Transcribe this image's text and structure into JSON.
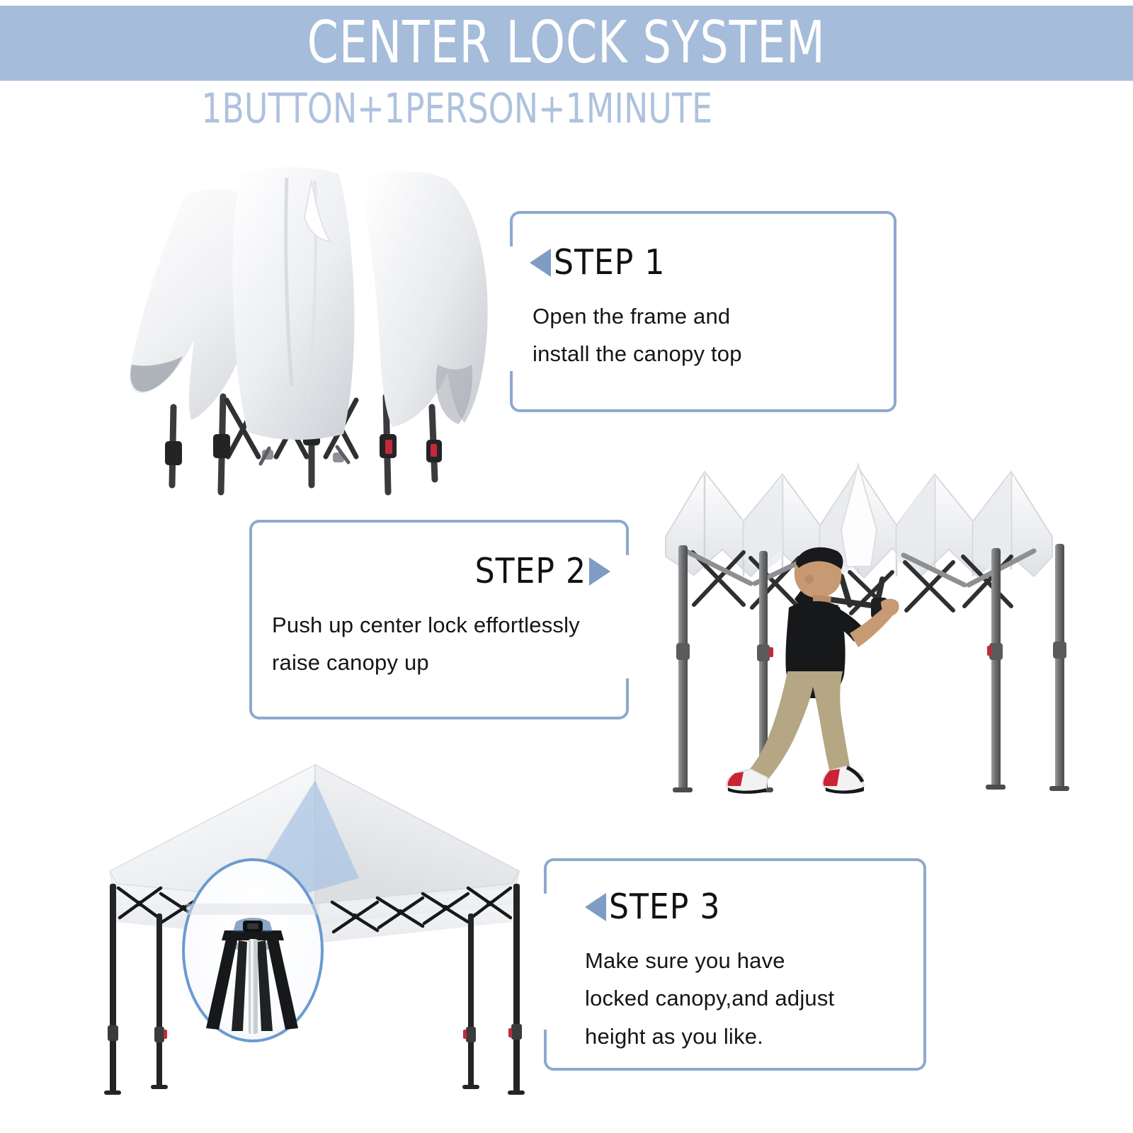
{
  "header": {
    "title": "CENTER LOCK SYSTEM",
    "subtitle": "1BUTTON+1PERSON+1MINUTE",
    "band_color": "#a5bcda",
    "title_color": "#ffffff",
    "subtitle_color": "#aec2de"
  },
  "theme": {
    "border_color": "#8ea9ce",
    "arrow_color": "#7e9cc4",
    "accent_light": "#bcd0e8",
    "frame_dark": "#2f3032",
    "frame_gray": "#6e6f70",
    "canopy_white": "#ffffff",
    "canopy_shade": "#e3e5e8",
    "shirt_black": "#17181a",
    "pants_khaki": "#b5a684",
    "shoe_red": "#cc2235",
    "skin": "#c79a74"
  },
  "steps": [
    {
      "id": "step-1",
      "label": "STEP 1",
      "arrow": "triangle-left-icon",
      "arrow_dir": "left",
      "gap_side": "left",
      "text": "Open the frame and\ninstall the canopy top"
    },
    {
      "id": "step-2",
      "label": "STEP 2",
      "arrow": "triangle-right-icon",
      "arrow_dir": "right",
      "gap_side": "right",
      "text": "Push up center lock effortlessly\nraise canopy up"
    },
    {
      "id": "step-3",
      "label": "STEP 3",
      "arrow": "triangle-left-icon",
      "arrow_dir": "left",
      "gap_side": "left",
      "text": "Make sure you have\n locked canopy,and adjust\nheight as you like."
    }
  ],
  "photos": [
    {
      "id": "photo-folded-canopy",
      "name": "folded-canopy-photo",
      "alt": "White canopy top draped over a collapsed black folding frame"
    },
    {
      "id": "photo-person-raising",
      "name": "person-raising-canopy-photo",
      "alt": "Person in black shirt and khaki pants pushing up the center lock of a partially raised canopy"
    },
    {
      "id": "photo-erected-canopy",
      "name": "erected-canopy-photo",
      "alt": "Fully erected white pop-up canopy with magnified center lock detail"
    }
  ]
}
